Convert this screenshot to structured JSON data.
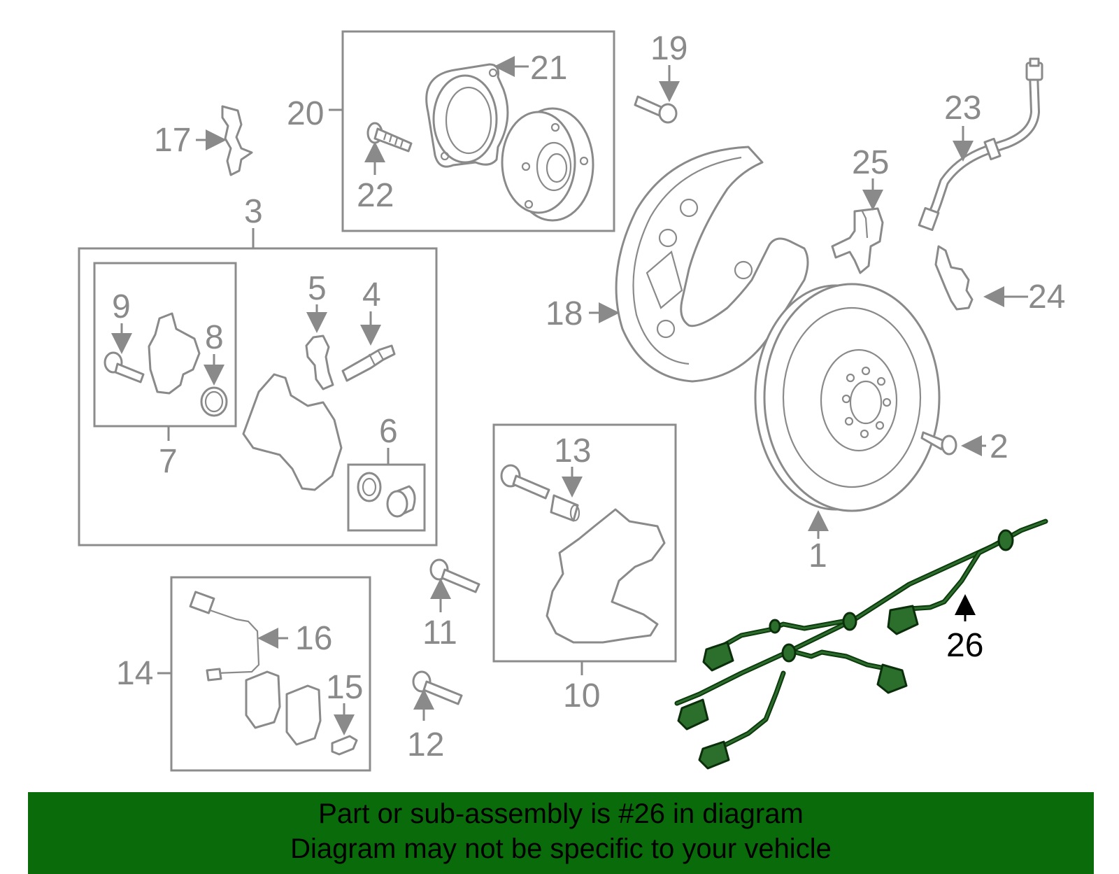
{
  "callouts": {
    "n1": "1",
    "n2": "2",
    "n3": "3",
    "n4": "4",
    "n5": "5",
    "n6": "6",
    "n7": "7",
    "n8": "8",
    "n9": "9",
    "n10": "10",
    "n11": "11",
    "n12": "12",
    "n13": "13",
    "n14": "14",
    "n15": "15",
    "n16": "16",
    "n17": "17",
    "n18": "18",
    "n19": "19",
    "n20": "20",
    "n21": "21",
    "n22": "22",
    "n23": "23",
    "n24": "24",
    "n25": "25",
    "n26": "26"
  },
  "highlight": {
    "part_number": "26",
    "color": "#0a6b0a",
    "wire_color": "#2c6e2c"
  },
  "banner": {
    "line1": "Part or sub-assembly is #26 in diagram",
    "line2": "Diagram may not be specific to your vehicle",
    "background": "#0a6b0a"
  }
}
